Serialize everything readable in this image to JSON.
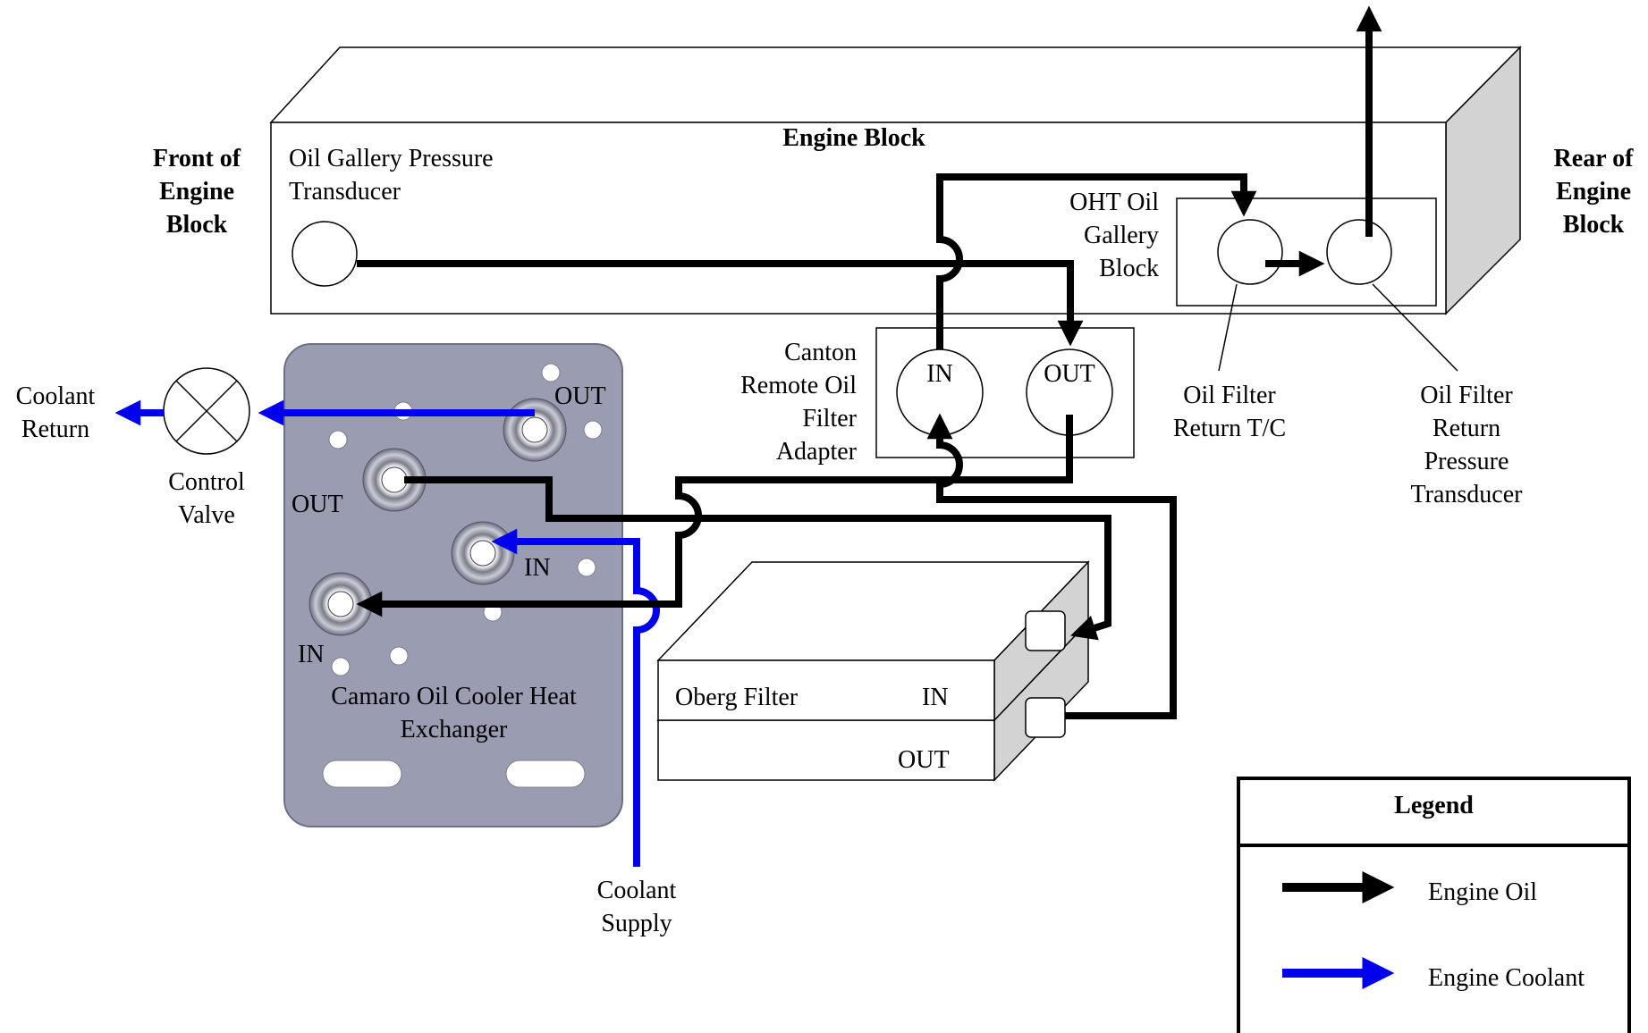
{
  "labels": {
    "front_of_engine_block": "Front of\nEngine\nBlock",
    "rear_of_engine_block": "Rear of\nEngine\nBlock",
    "engine_block": "Engine Block",
    "oil_gallery_pressure_transducer": "Oil Gallery Pressure\nTransducer",
    "oht_oil_gallery_block": "OHT Oil\nGallery\nBlock",
    "canton_adapter": "Canton\nRemote Oil\nFilter\nAdapter",
    "canton_in": "IN",
    "canton_out": "OUT",
    "oil_filter_return_tc": "Oil Filter\nReturn T/C",
    "oil_filter_return_pressure_transducer": "Oil Filter\nReturn\nPressure\nTransducer",
    "coolant_return": "Coolant\nReturn",
    "control_valve": "Control\nValve",
    "hx_out_top": "OUT",
    "hx_out_left": "OUT",
    "hx_in_mid": "IN",
    "hx_in_bottom": "IN",
    "camaro_hx": "Camaro Oil Cooler Heat\nExchanger",
    "coolant_supply": "Coolant\nSupply",
    "oberg_filter": "Oberg Filter",
    "oberg_in": "IN",
    "oberg_out": "OUT"
  },
  "legend": {
    "title": "Legend",
    "items": [
      {
        "label": "Engine Oil",
        "color": "#000000"
      },
      {
        "label": "Engine Coolant",
        "color": "#0000ee"
      }
    ]
  },
  "colors": {
    "oil": "#000000",
    "coolant": "#0000ee",
    "heat_exchanger": "#9a9db2",
    "block_side": "#d3d3d3"
  }
}
